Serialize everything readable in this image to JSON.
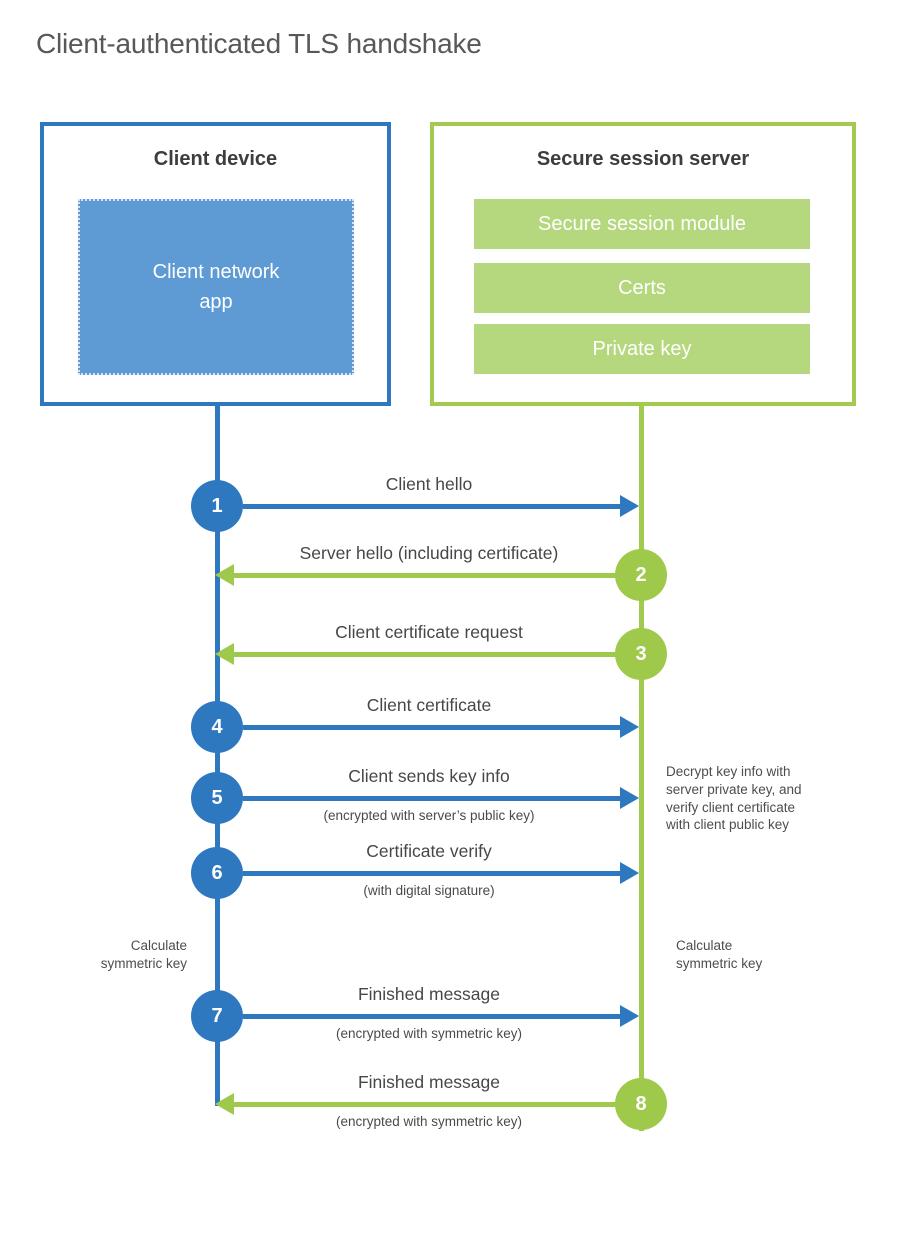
{
  "title": "Client-authenticated TLS handshake",
  "colors": {
    "client_blue": "#2e78c0",
    "client_app_fill": "#5e9ad4",
    "server_green": "#a1ca4e",
    "server_bar_fill": "#b5d77e",
    "step_green": "#9fc94a",
    "text_dark": "#3d3d3d",
    "text_label": "#474747",
    "title_gray": "#57585a"
  },
  "client": {
    "title": "Client device",
    "app_label": "Client network\napp"
  },
  "server": {
    "title": "Secure session server",
    "modules": [
      "Secure session module",
      "Certs",
      "Private key"
    ]
  },
  "steps": [
    {
      "num": "1",
      "label": "Client hello",
      "direction": "client-to-server"
    },
    {
      "num": "2",
      "label": "Server hello (including certificate)",
      "direction": "server-to-client"
    },
    {
      "num": "3",
      "label": "Client certificate request",
      "direction": "server-to-client"
    },
    {
      "num": "4",
      "label": "Client certificate",
      "direction": "client-to-server"
    },
    {
      "num": "5",
      "label": "Client sends key info",
      "sub": "(encrypted with server’s public key)",
      "direction": "client-to-server"
    },
    {
      "num": "6",
      "label": "Certificate verify",
      "sub": "(with digital signature)",
      "direction": "client-to-server"
    },
    {
      "num": "7",
      "label": "Finished message",
      "sub": "(encrypted with symmetric key)",
      "direction": "client-to-server"
    },
    {
      "num": "8",
      "label": "Finished message",
      "sub": "(encrypted with symmetric key)",
      "direction": "server-to-client"
    }
  ],
  "notes": {
    "decrypt": "Decrypt key info with\nserver private key, and\nverify client certificate\nwith client public key",
    "calc_left": "Calculate\nsymmetric key",
    "calc_right": "Calculate\nsymmetric key"
  }
}
